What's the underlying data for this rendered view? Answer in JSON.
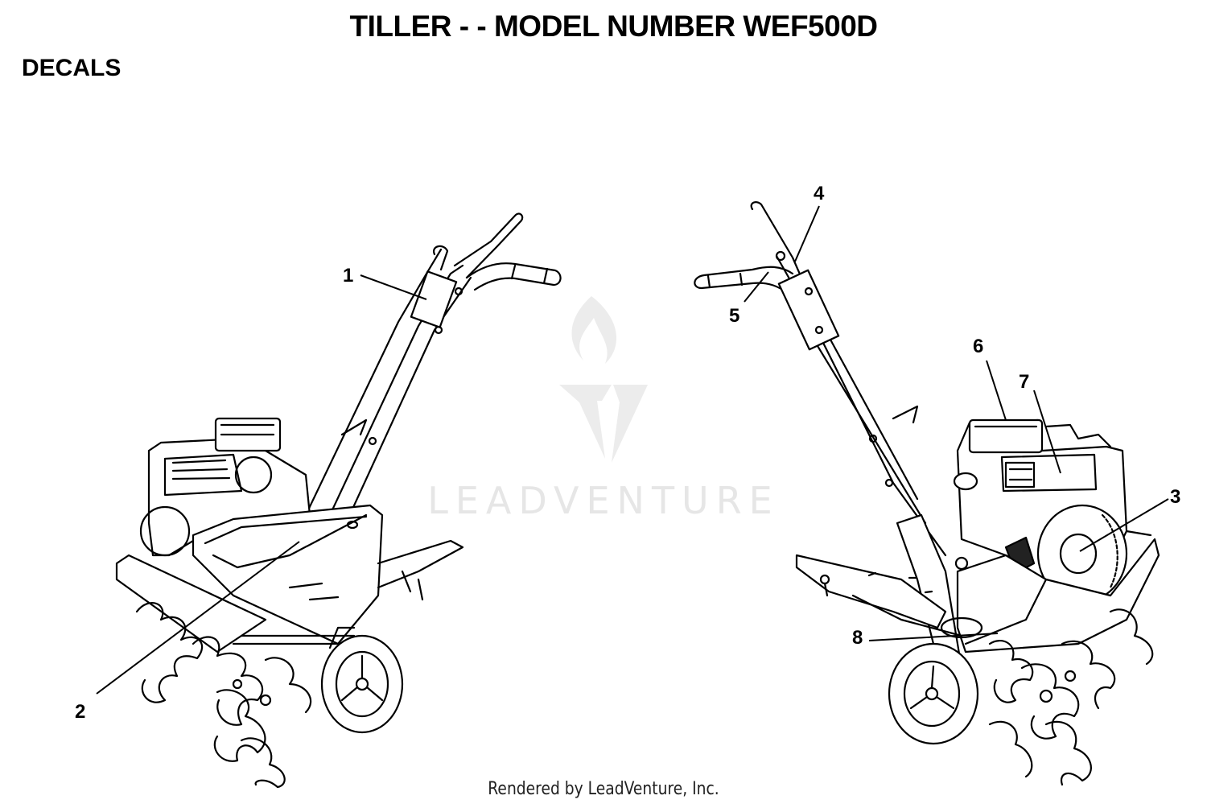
{
  "header": {
    "title": "TILLER - - MODEL NUMBER WEF500D"
  },
  "section": {
    "label": "DECALS"
  },
  "watermark": {
    "text": "LEADVENTURE"
  },
  "footer": {
    "text": "Rendered by LeadVenture, Inc."
  },
  "callouts": [
    {
      "id": "1",
      "label": "1"
    },
    {
      "id": "2",
      "label": "2"
    },
    {
      "id": "3",
      "label": "3"
    },
    {
      "id": "4",
      "label": "4"
    },
    {
      "id": "5",
      "label": "5"
    },
    {
      "id": "6",
      "label": "6"
    },
    {
      "id": "7",
      "label": "7"
    },
    {
      "id": "8",
      "label": "8"
    }
  ]
}
